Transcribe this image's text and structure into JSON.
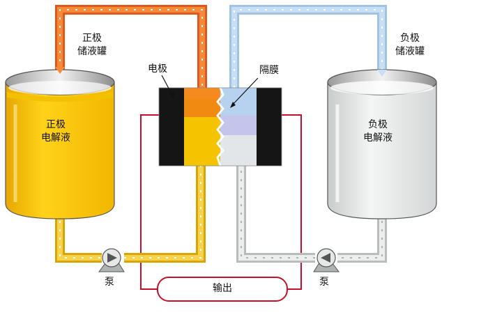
{
  "labels": {
    "positive_tank": [
      "正极",
      "储液罐"
    ],
    "negative_tank": [
      "负极",
      "储液罐"
    ],
    "positive_electrolyte": [
      "正极",
      "电解液"
    ],
    "negative_electrolyte": [
      "负极",
      "电解液"
    ],
    "electrode": "电极",
    "membrane": "隔膜",
    "output": "输出",
    "pump_left": "泵",
    "pump_right": "泵"
  },
  "colors": {
    "positive_electrolyte": "#f5c400",
    "positive_pipe_hot": "#f26a1b",
    "negative_pipe": "#b8d4f0",
    "negative_electrolyte": "#e8eaea",
    "circuit": "#c4102a",
    "electrode": "#151515"
  }
}
